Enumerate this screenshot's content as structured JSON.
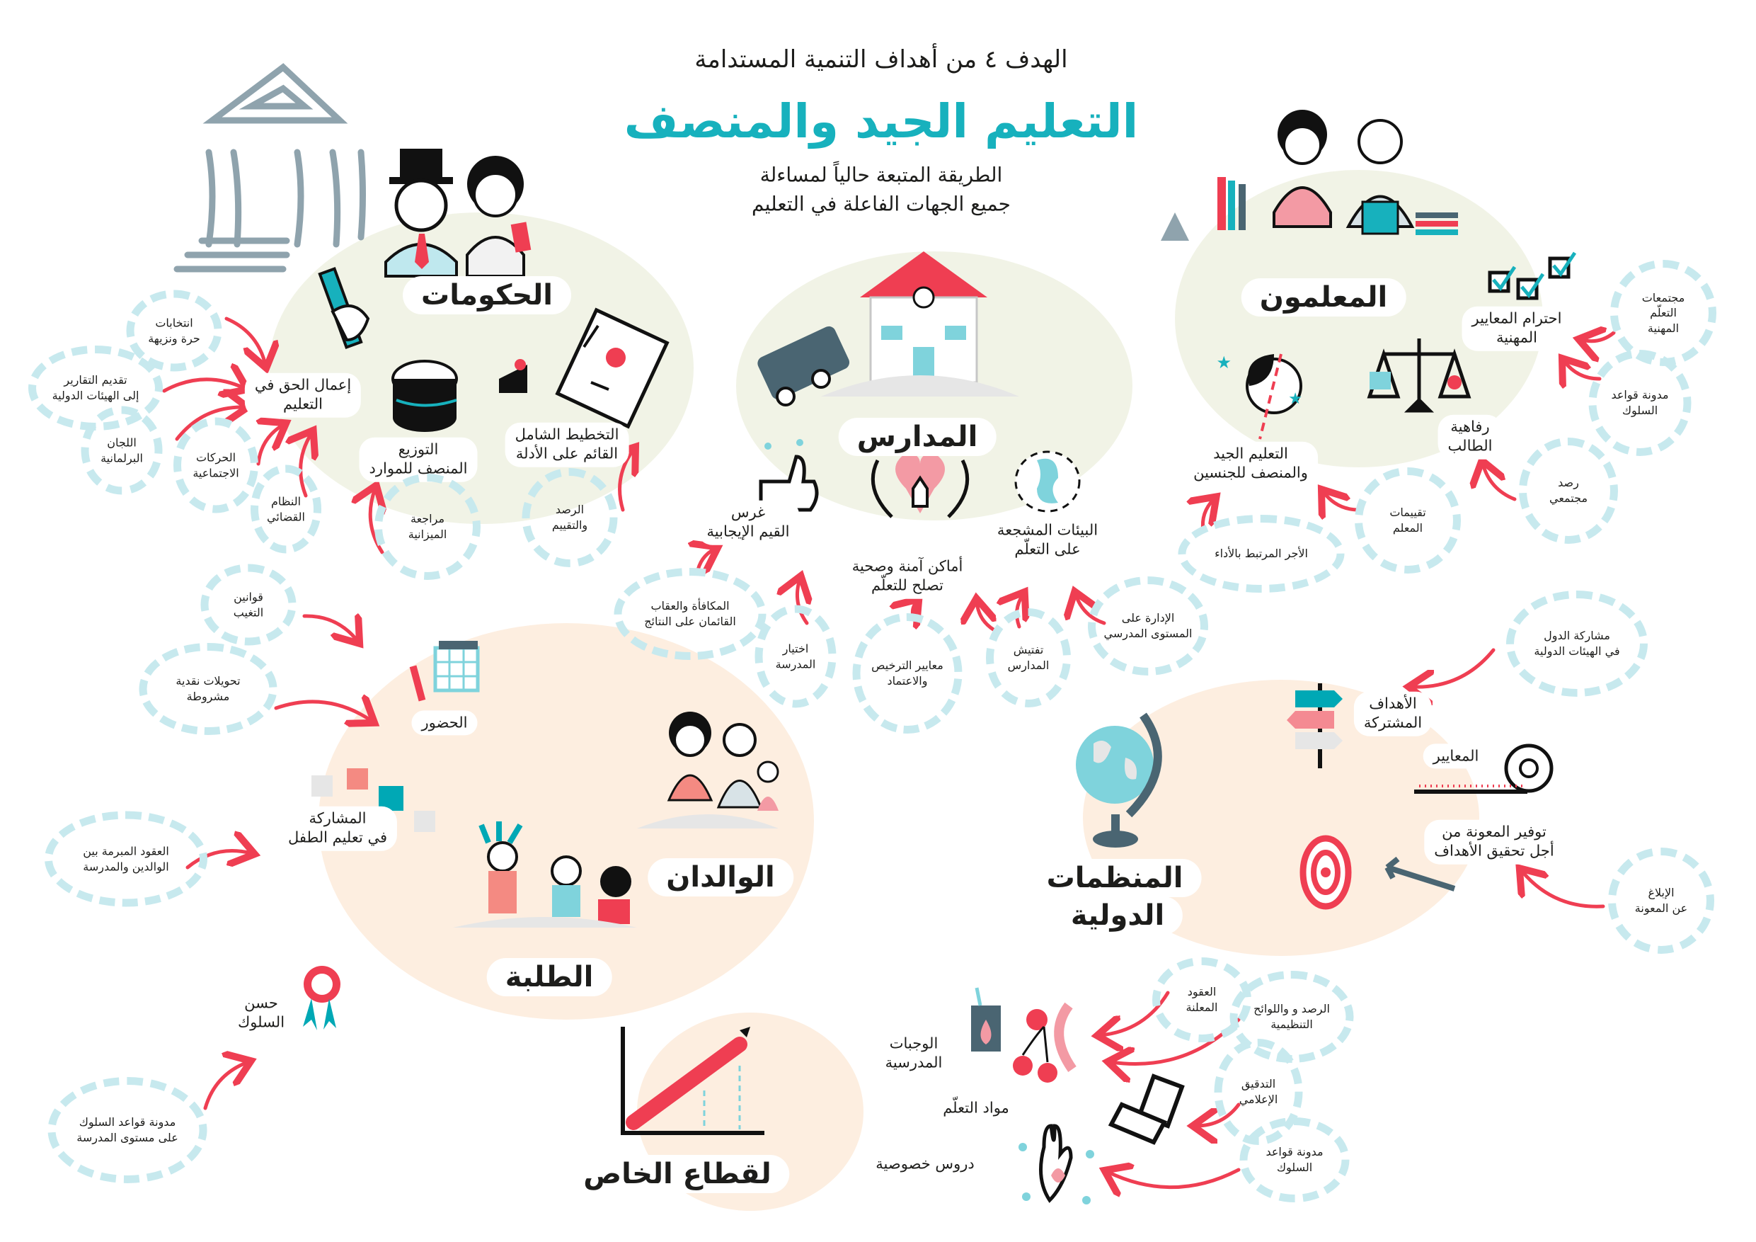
{
  "header": {
    "goal": "الهدف ٤ من أهداف التنمية المستدامة",
    "title": "التعليم الجيد والمنصف",
    "subtitle": "الطريقة المتبعة حالياً لمساءلة\nجميع الجهات الفاعلة في التعليم"
  },
  "colors": {
    "accent": "#17b1bd",
    "arrow": "#ef3e52",
    "node_ring": "#c7e9ee",
    "blob_green": "#f1f3e6",
    "blob_peach": "#fdeee0"
  },
  "governments": {
    "title": "الحكومات",
    "outcomes": [
      "إعمال الحق في\nالتعليم",
      "التوزيع\nالمنصف للموارد",
      "التخطيط الشامل\nالقائم على الأدلة"
    ],
    "mechanisms": [
      "انتخابات\nحرة ونزيهة",
      "تقديم التقارير\nإلى الهيئات الدولية",
      "اللجان\nالبرلمانية",
      "الحركات\nالاجتماعية",
      "النظام\nالقضائي",
      "مراجعة\nالميزانية",
      "الرصد\nوالتقييم"
    ]
  },
  "schools": {
    "title": "المدارس",
    "outcomes": [
      "غرس\nالقيم الإيجابية",
      "أماكن آمنة وصحية\nتصلح للتعلّم",
      "البيئات المشجعة\nعلى التعلّم"
    ],
    "mechanisms": [
      "المكافأة والعقاب\nالقائمان على النتائج",
      "اختيار\nالمدرسة",
      "معايير الترخيص\nوالاعتماد",
      "تفتيش\nالمدارس",
      "الإدارة على\nالمستوى المدرسي"
    ]
  },
  "teachers": {
    "title": "المعلمون",
    "outcomes": [
      "احترام المعايير\nالمهنية",
      "رفاهية\nالطالب",
      "التعليم الجيد\nوالمنصف للجنسين"
    ],
    "mechanisms": [
      "مجتمعات\nالتعلّم\nالمهنية",
      "مدونة قواعد\nالسلوك",
      "رصد\nمجتمعي",
      "تقييمات\nالمعلم",
      "الأجر المرتبط بالأداء"
    ]
  },
  "parents": {
    "title": "الوالدان"
  },
  "students": {
    "title": "الطلبة",
    "outcomes": [
      "الحضور",
      "المشاركة\nفي تعليم الطفل",
      "حسن\nالسلوك"
    ],
    "mechanisms": [
      "قوانين\nالتغيب",
      "تحويلات نقدية\nمشروطة",
      "العقود المبرمة بين\nالوالدين والمدرسة",
      "مدونة قواعد السلوك\nعلى مستوى المدرسة"
    ]
  },
  "international": {
    "title_line1": "المنظمات",
    "title_line2": "الدولية",
    "outcomes": [
      "الأهداف\nالمشتركة",
      "المعايير",
      "توفير المعونة من\nأجل تحقيق الأهداف"
    ],
    "mechanisms": [
      "مشاركة الدول\nفي الهيئات الدولية",
      "الإبلاغ\nعن المعونة"
    ]
  },
  "private": {
    "title": "لقطاع الخاص",
    "outcomes": [
      "الوجبات\nالمدرسية",
      "مواد التعلّم",
      "دروس خصوصية"
    ],
    "mechanisms": [
      "العقود\nالمعلنة",
      "الرصد و واللوائح\nالتنظيمية",
      "التدقيق\nالإعلامي",
      "مدونة قواعد\nالسلوك"
    ]
  }
}
